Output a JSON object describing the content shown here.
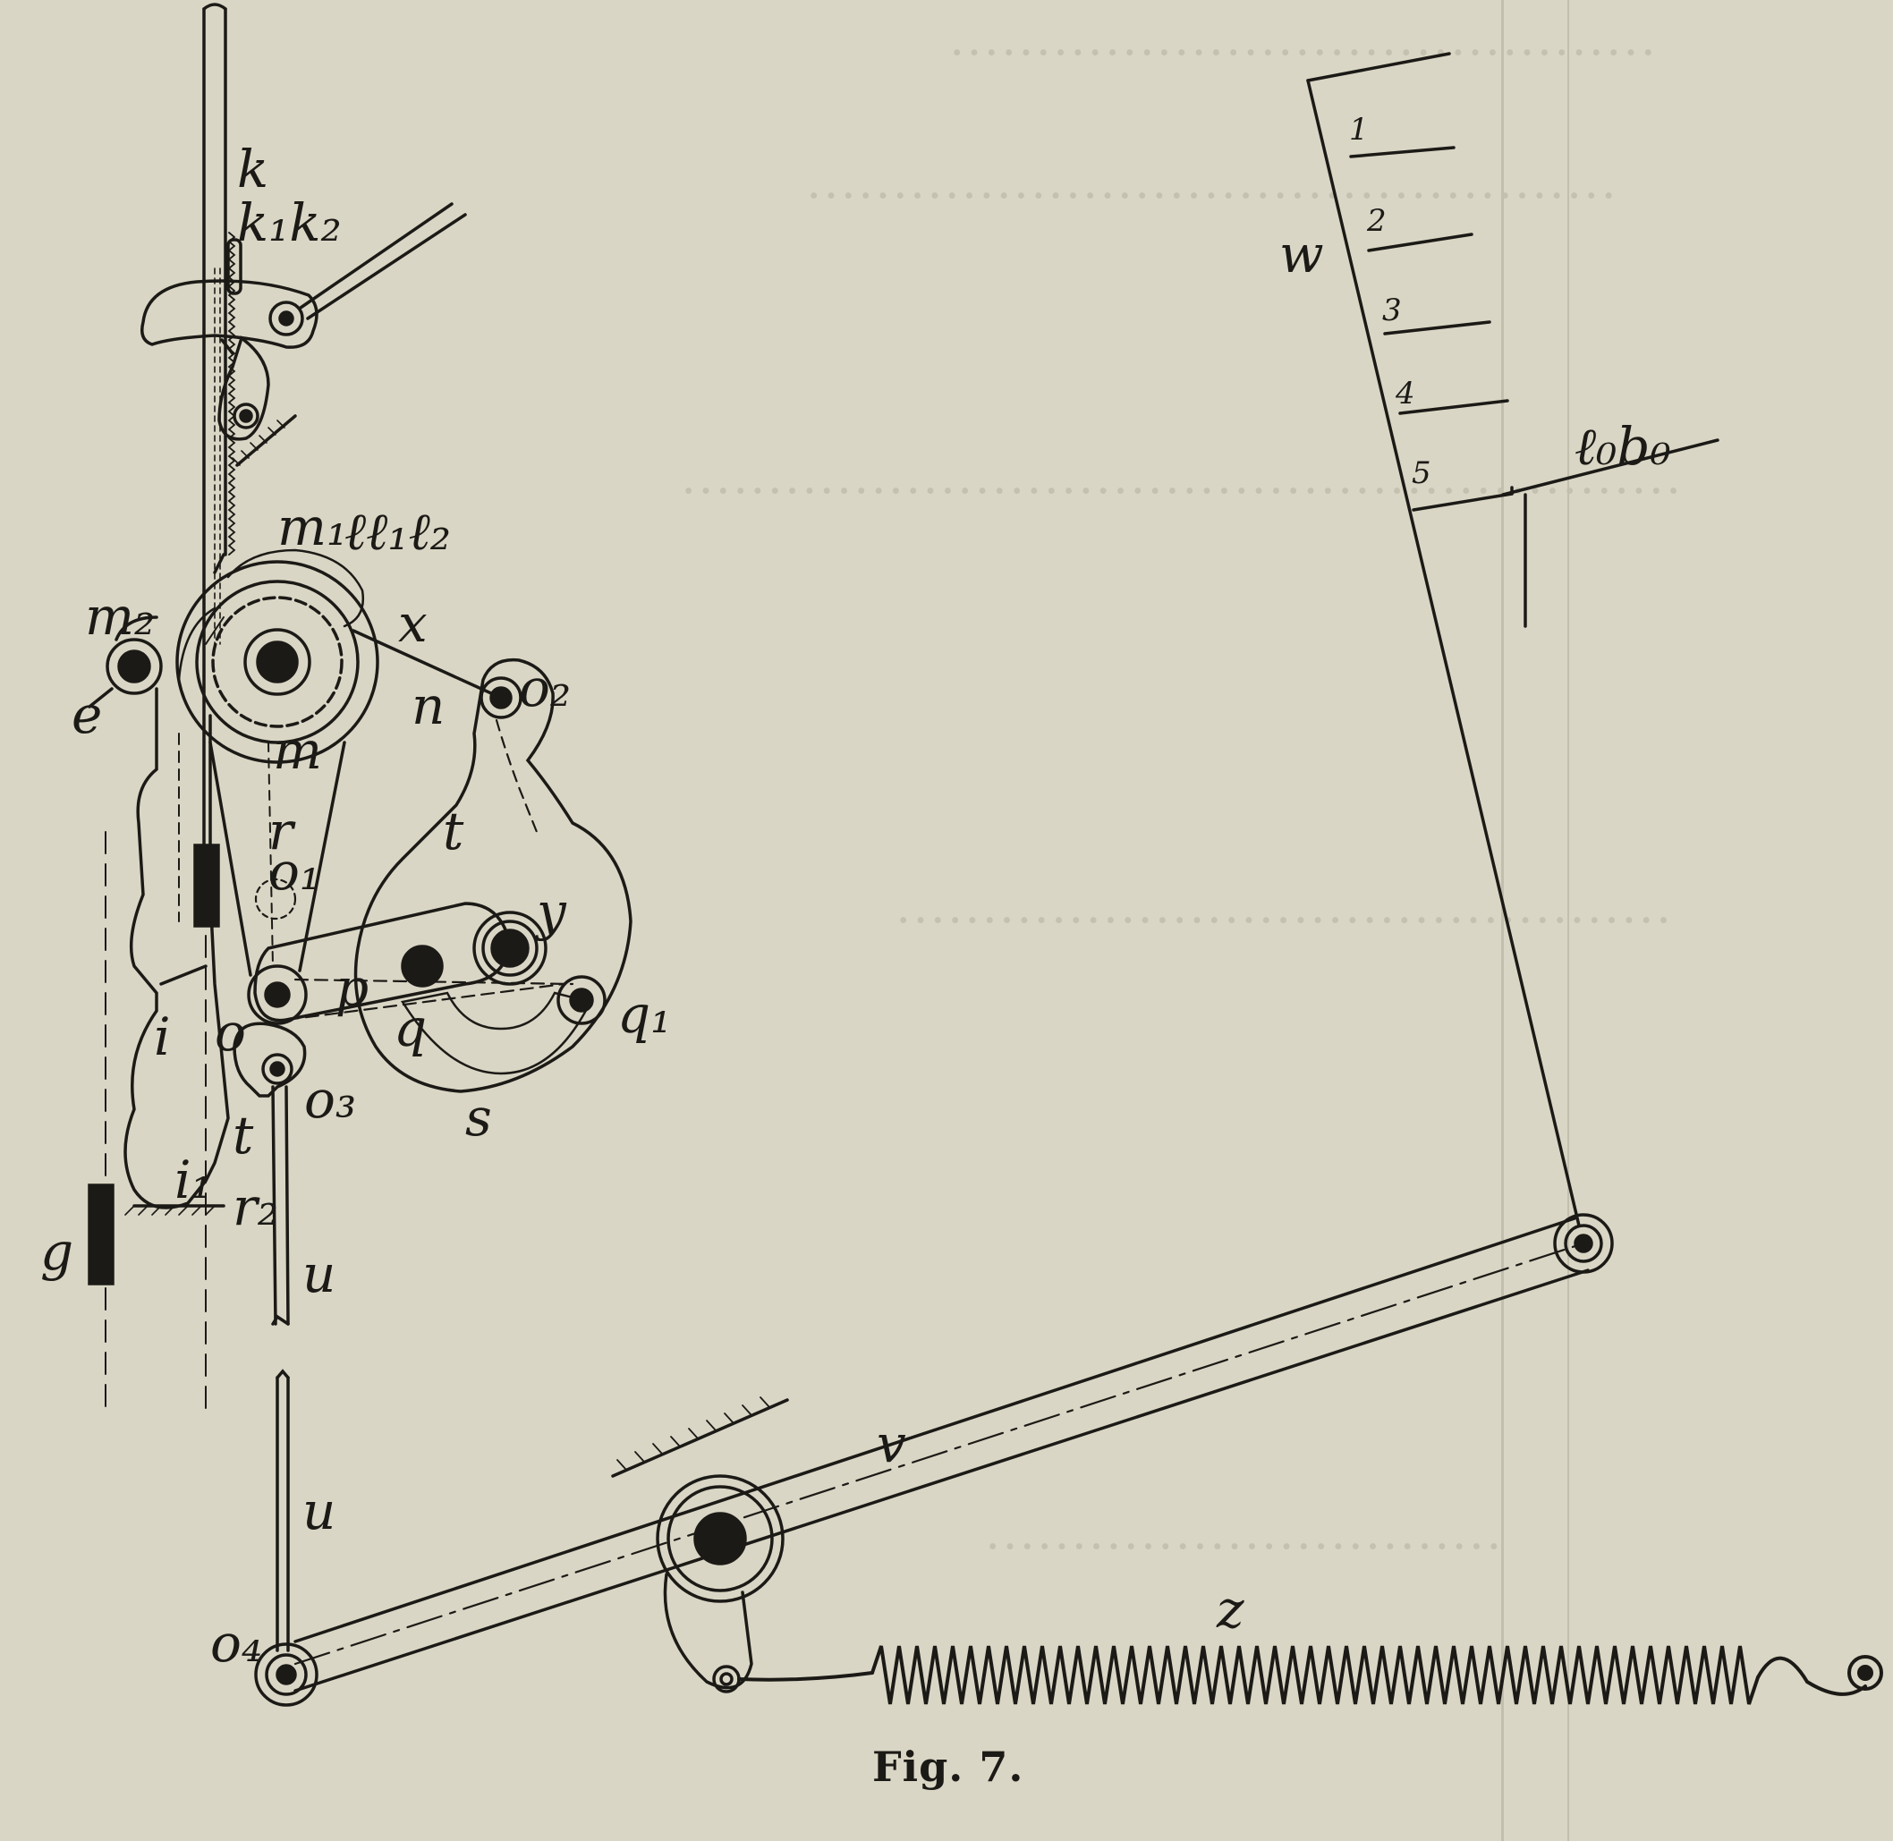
{
  "caption": "Fig. 7.",
  "scale_numbers": [
    "1",
    "2",
    "3",
    "4",
    "5"
  ],
  "labels": {
    "k": "k",
    "k1k2": "k₁k₂",
    "m1": "m₁",
    "l": "ℓℓ₁ℓ₂",
    "m2": "m₂",
    "e": "e",
    "m": "m",
    "x": "x",
    "n": "n",
    "o2": "o₂",
    "t_upper": "t",
    "y": "y",
    "o1": "o₁",
    "p": "p",
    "q": "q",
    "q1": "q₁",
    "o": "o",
    "s": "s",
    "o3": "o₃",
    "t_lower": "t",
    "i": "i",
    "i1": "i₁",
    "r2": "r₂",
    "r": "r",
    "g": "g",
    "u_upper": "u",
    "u_lower": "u",
    "w": "w",
    "l0b0": "ℓ₀b₀",
    "v": "v",
    "z": "z",
    "o4": "o₄"
  }
}
